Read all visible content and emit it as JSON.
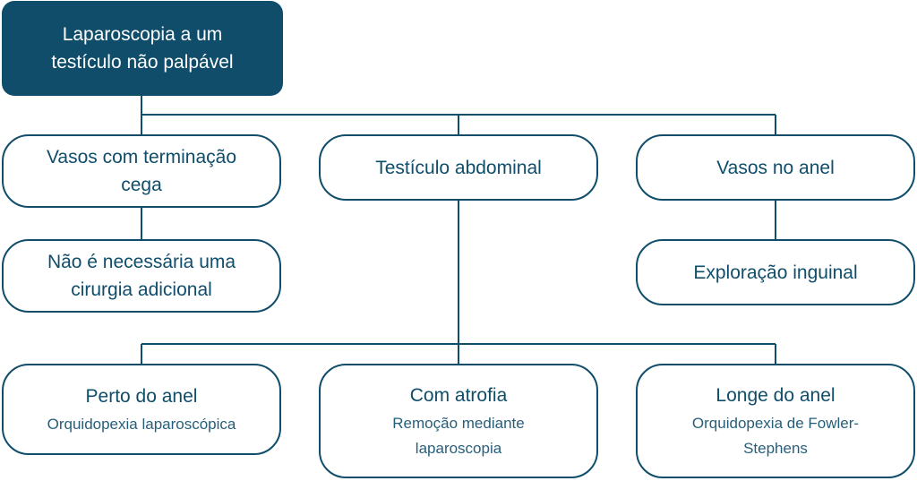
{
  "colors": {
    "primary": "#0f4d6b",
    "background": "#ffffff"
  },
  "root": {
    "label": "Laparoscopia a um testículo não palpável"
  },
  "level1": [
    {
      "label": "Vasos com terminação cega"
    },
    {
      "label": "Testículo abdominal"
    },
    {
      "label": "Vasos no anel"
    }
  ],
  "level2": [
    {
      "label": "Não é necessária uma cirurgia adicional"
    },
    {
      "label": "Exploração inguinal"
    }
  ],
  "level3": [
    {
      "label": "Perto do anel",
      "detail": "Orquidopexia laparoscópica"
    },
    {
      "label": "Com atrofia",
      "detail": "Remoção mediante laparoscopia"
    },
    {
      "label": "Longe do anel",
      "detail": "Orquidopexia de Fowler-Stephens"
    }
  ]
}
